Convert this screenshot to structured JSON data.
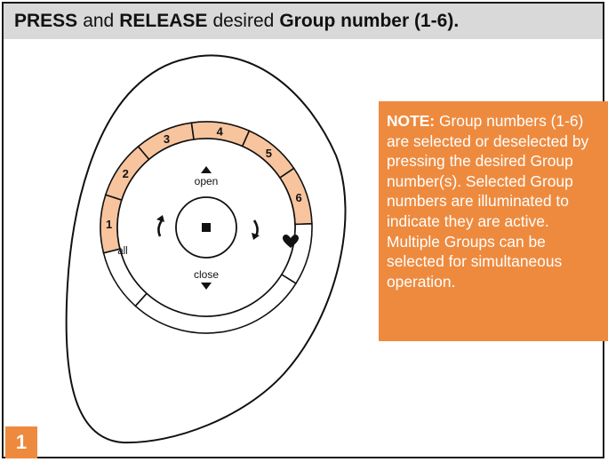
{
  "header": {
    "press": "PRESS",
    "and": "and",
    "release": "RELEASE",
    "desired": "desired",
    "group_number": "Group number (1-6)."
  },
  "remote": {
    "groups": [
      "1",
      "2",
      "3",
      "4",
      "5",
      "6"
    ],
    "all_label": "all",
    "open_label": "open",
    "close_label": "close",
    "favorite_icon": "heart-icon",
    "stop_icon": "stop-icon",
    "selected_color": "#f7c49d",
    "outline_color": "#111111"
  },
  "note": {
    "label": "NOTE:",
    "text": "Group numbers (1-6) are selected or deselected by pressing the desired Group number(s). Selected Group numbers are illuminated to indicate they are active.  Multiple Groups can be selected for simultaneous operation.",
    "background": "#ee8a3e"
  },
  "step": {
    "number": "1"
  }
}
